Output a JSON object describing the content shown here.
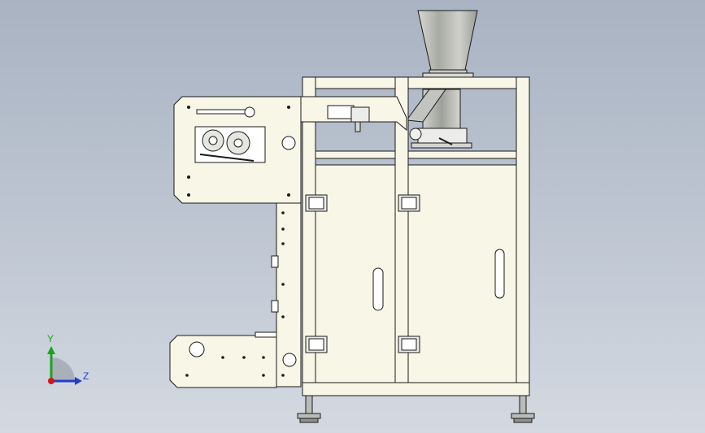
{
  "viewport": {
    "background_top": "#a9b3c2",
    "background_bottom": "#d4d9e1"
  },
  "model": {
    "name": "vertical-packaging-machine",
    "line_color": "#1a1a1a",
    "panel_fill": "#f8f6e6",
    "metal_fill": "#b9bcb8"
  },
  "triad": {
    "y_label": "Y",
    "z_label": "Z",
    "y_color": "#1aa31a",
    "z_color": "#1f3fc6",
    "x_color": "#d01818"
  }
}
